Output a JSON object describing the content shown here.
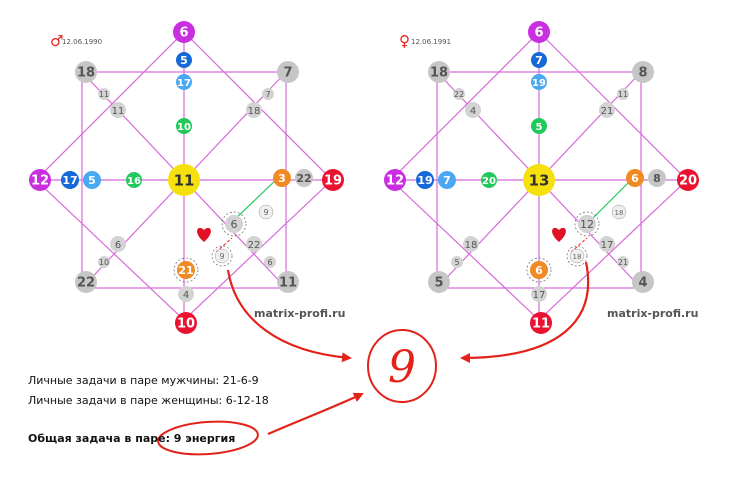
{
  "left_matrix": {
    "gender_symbol": "♂",
    "date": "12.06.1990",
    "nodes": {
      "top": "6",
      "top2": "5",
      "top3": "17",
      "mid_v": "10",
      "left": "12",
      "left2": "17",
      "left3": "5",
      "mid_h": "16",
      "center": "11",
      "right_inner": "3",
      "right2": "22",
      "right": "19",
      "tl": "18",
      "tr": "7",
      "bl": "22",
      "br": "11",
      "bottom": "10",
      "tl_small": "11",
      "tl_med": "11",
      "tr_small": "7",
      "tr_med": "18",
      "bl_small": "10",
      "bl_med": "6",
      "br_med": "22",
      "br_small": "6",
      "b_inner": "21",
      "b2": "4",
      "task_a": "6",
      "task_b": "9",
      "task_c": "9"
    },
    "watermark": "matrix-profi.ru"
  },
  "right_matrix": {
    "gender_symbol": "♀",
    "date": "12.06.1991",
    "nodes": {
      "top": "6",
      "top2": "7",
      "top3": "19",
      "mid_v": "5",
      "left": "12",
      "left2": "19",
      "left3": "7",
      "mid_h": "20",
      "center": "13",
      "right_inner": "6",
      "right2": "8",
      "right": "20",
      "tl": "18",
      "tr": "8",
      "bl": "5",
      "br": "4",
      "bottom": "11",
      "tl_small": "22",
      "tl_med": "4",
      "tr_small": "11",
      "tr_med": "21",
      "bl_small": "5",
      "bl_med": "18",
      "br_med": "17",
      "br_small": "21",
      "b_inner": "6",
      "b2": "17",
      "task_a": "12",
      "task_b": "18",
      "task_c": "18"
    },
    "watermark": "matrix-profi.ru"
  },
  "annotation": {
    "big_number": "9"
  },
  "captions": {
    "male_tasks": "Личные задачи в паре мужчины: 21-6-9",
    "female_tasks": "Личные задачи в паре женщины: 6-12-18",
    "common_task": "Общая задача в паре: 9 энергия"
  },
  "colors": {
    "line": "#d76ad9",
    "purple": "#c92ee0",
    "blue": "#1769d8",
    "lightblue": "#49a8f0",
    "green": "#21c95a",
    "yellow": "#f6e10f",
    "orange": "#f08a24",
    "red": "#ea1230",
    "gray": "#c6c6c6",
    "annotation_red": "#e3221a"
  }
}
